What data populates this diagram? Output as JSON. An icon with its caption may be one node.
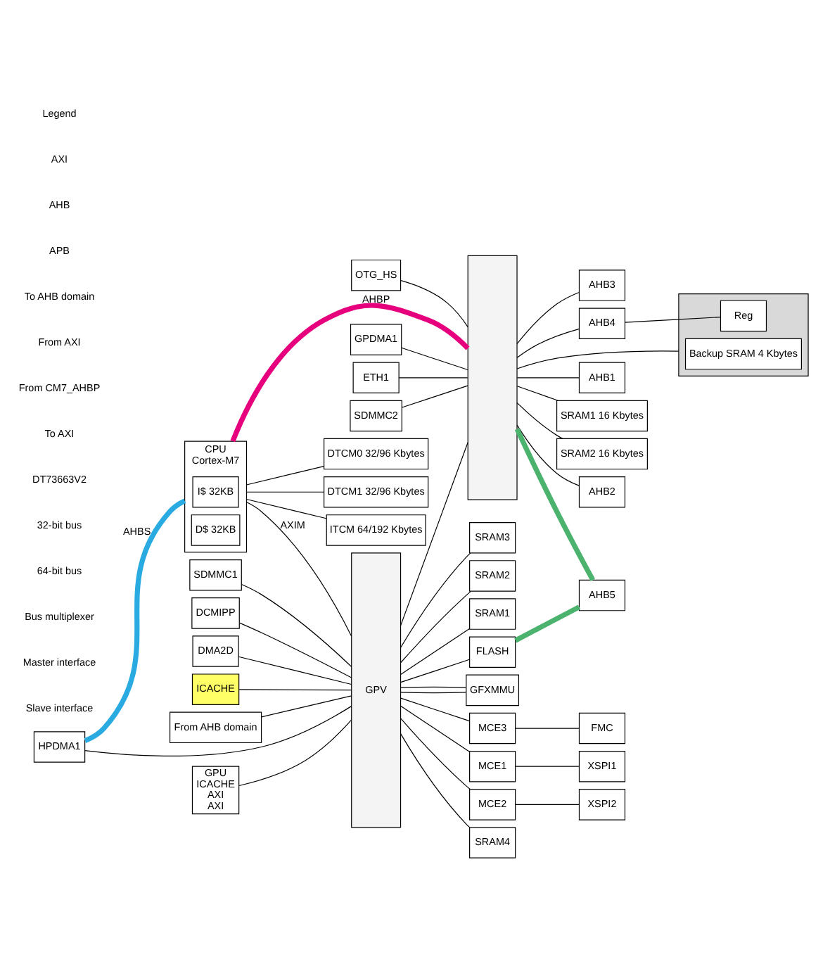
{
  "diagram": {
    "nodes": [
      {
        "text": [
          "CPU",
          "Cortex-M7"
        ]
      },
      {
        "text": [
          "I$ 32KB"
        ],
        "in": 0
      },
      {
        "text": [
          "D$ 32KB"
        ],
        "in": 0
      },
      {
        "text": [
          "DTCM0 32/96 Kbytes"
        ]
      },
      {
        "text": [
          "DTCM1 32/96 Kbytes"
        ]
      },
      {
        "text": [
          "ITCM 64/192 Kbytes"
        ]
      },
      {
        "text": [
          "SDMMC1"
        ]
      },
      {
        "text": [
          "HPDMA1"
        ]
      },
      {
        "text": [
          "GPU",
          "ICACHE",
          "AXI",
          "AXI"
        ]
      },
      {
        "text": [
          "DCMIPP"
        ]
      },
      {
        "text": [
          "DMA2D"
        ]
      },
      {
        "text": [
          "GFXMMU"
        ]
      },
      {
        "text": [
          "ICACHE"
        ]
      },
      {
        "text": [
          "GPV"
        ]
      },
      {
        "text": [
          "MCE3"
        ]
      },
      {
        "text": [
          "FMC"
        ]
      },
      {
        "text": [
          "MCE1"
        ]
      },
      {
        "text": [
          "XSPI1"
        ]
      },
      {
        "text": [
          "MCE2"
        ]
      },
      {
        "text": [
          "XSPI2"
        ]
      },
      {
        "text": [
          "SRAM4"
        ]
      },
      {
        "text": [
          "SRAM3"
        ]
      },
      {
        "text": [
          "SRAM2"
        ]
      },
      {
        "text": [
          "SRAM1"
        ]
      },
      {
        "text": [
          "FLASH"
        ]
      },
      {
        "text": [
          "From AHB domain"
        ]
      },
      {
        "text": [],
        "shape": "box"
      },
      {
        "text": [
          "GPDMA1"
        ]
      },
      {
        "text": [
          "ETH1"
        ]
      },
      {
        "text": [
          "SDMMC2"
        ]
      },
      {
        "text": [
          "OTG_HS"
        ]
      },
      {
        "text": [
          "AHB1"
        ]
      },
      {
        "text": [
          "SRAM1 16 Kbytes"
        ]
      },
      {
        "text": [
          "SRAM2 16 Kbytes"
        ]
      },
      {
        "text": [
          "AHB2"
        ]
      },
      {
        "text": [
          "AHB3"
        ]
      },
      {
        "text": [
          "AHB4"
        ]
      },
      {
        "text": [],
        "shape": "box"
      },
      {
        "text": [
          "Backup SRAM 4 Kbytes"
        ],
        "in": 37
      },
      {
        "text": [
          "Reg"
        ],
        "in": 37
      },
      {
        "text": [
          "AHB5"
        ]
      }
    ],
    "edges": [
      {
        "from": 0,
        "to": 13,
        "arrow": "none",
        "label": "AXIM"
      },
      {
        "from": 0,
        "to": 26,
        "arrow": "none",
        "label": "AHBP",
        "style": "thick",
        "color": "#e6007e"
      },
      {
        "from": 7,
        "to": 0,
        "arrow": "none",
        "label": "AHBS",
        "style": "thick",
        "color": "#29abe2"
      },
      {
        "from": 0,
        "to": 3,
        "arrow": "none"
      },
      {
        "from": 0,
        "to": 4,
        "arrow": "none"
      },
      {
        "from": 0,
        "to": 5,
        "arrow": "none"
      },
      {
        "from": 25,
        "to": 13,
        "arrow": "none"
      },
      {
        "from": 6,
        "to": 13,
        "arrow": "none"
      },
      {
        "from": 7,
        "to": 13,
        "arrow": "none"
      },
      {
        "from": 8,
        "to": 13,
        "arrow": "none"
      },
      {
        "from": 9,
        "to": 13,
        "arrow": "none"
      },
      {
        "from": 10,
        "to": 13,
        "arrow": "none"
      },
      {
        "from": 11,
        "to": 13,
        "arrow": "none"
      },
      {
        "from": 12,
        "to": 13,
        "arrow": "none"
      },
      {
        "from": 13,
        "to": 11,
        "arrow": "none"
      },
      {
        "from": 13,
        "to": 14,
        "arrow": "none"
      },
      {
        "from": 14,
        "to": 15,
        "arrow": "none"
      },
      {
        "from": 13,
        "to": 16,
        "arrow": "none"
      },
      {
        "from": 16,
        "to": 17,
        "arrow": "none"
      },
      {
        "from": 13,
        "to": 18,
        "arrow": "none"
      },
      {
        "from": 18,
        "to": 19,
        "arrow": "none"
      },
      {
        "from": 13,
        "to": 20,
        "arrow": "none"
      },
      {
        "from": 13,
        "to": 21,
        "arrow": "none"
      },
      {
        "from": 13,
        "to": 22,
        "arrow": "none"
      },
      {
        "from": 13,
        "to": 23,
        "arrow": "none"
      },
      {
        "from": 13,
        "to": 24,
        "arrow": "none"
      },
      {
        "from": 13,
        "to": 26,
        "arrow": "none"
      },
      {
        "from": 27,
        "to": 26,
        "arrow": "none"
      },
      {
        "from": 28,
        "to": 26,
        "arrow": "none"
      },
      {
        "from": 29,
        "to": 26,
        "arrow": "none"
      },
      {
        "from": 30,
        "to": 26,
        "arrow": "none"
      },
      {
        "from": 26,
        "to": 31,
        "arrow": "none"
      },
      {
        "from": 26,
        "to": 32,
        "arrow": "none"
      },
      {
        "from": 26,
        "to": 33,
        "arrow": "none"
      },
      {
        "from": 26,
        "to": 34,
        "arrow": "none"
      },
      {
        "from": 26,
        "to": 35,
        "arrow": "none"
      },
      {
        "from": 26,
        "to": 36,
        "arrow": "none"
      },
      {
        "from": 26,
        "to": 37,
        "arrow": "none"
      },
      {
        "from": 26,
        "to": 40,
        "arrow": "none",
        "style": "thick",
        "color": "#4cb36f"
      },
      {
        "from": 36,
        "to": 39,
        "arrow": "none"
      },
      {
        "from": 24,
        "to": 40,
        "arrow": "none",
        "style": "thick",
        "color": "#4cb36f"
      }
    ],
    "labels": [
      "Legend",
      "AXI",
      "AHB",
      "APB",
      "To AHB domain",
      "From AXI",
      "From CM7_AHBP",
      "To AXI",
      "DT73663V2"
    ],
    "legend": [
      {
        "text": "32-bit bus"
      },
      {
        "text": "64-bit bus"
      },
      {
        "text": "Bus multiplexer"
      },
      {
        "text": "Master interface"
      },
      {
        "text": "Slave interface"
      }
    ]
  }
}
